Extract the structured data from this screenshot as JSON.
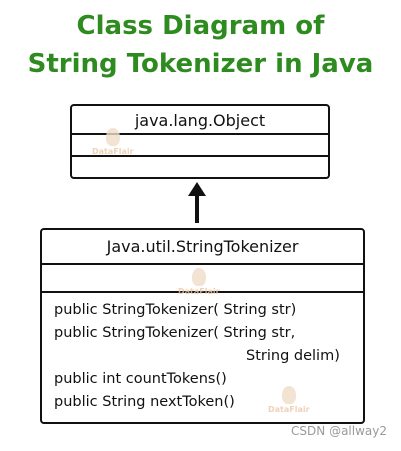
{
  "title": {
    "line1": "Class Diagram of",
    "line2": "String Tokenizer in Java"
  },
  "object_class": {
    "name": "java.lang.Object"
  },
  "tokenizer_class": {
    "name": "Java.util.StringTokenizer",
    "operations": [
      "public StringTokenizer( String str)",
      "public StringTokenizer( String str,",
      "String delim)",
      "public int countTokens()",
      "public String nextToken()"
    ]
  },
  "watermark": "DataFlair",
  "credit": "CSDN @allway2",
  "colors": {
    "title": "#2e8b1f",
    "border": "#111111",
    "watermark": "#e9c7a5"
  },
  "icons": {
    "inheritance_arrow": "arrow-up-icon"
  }
}
